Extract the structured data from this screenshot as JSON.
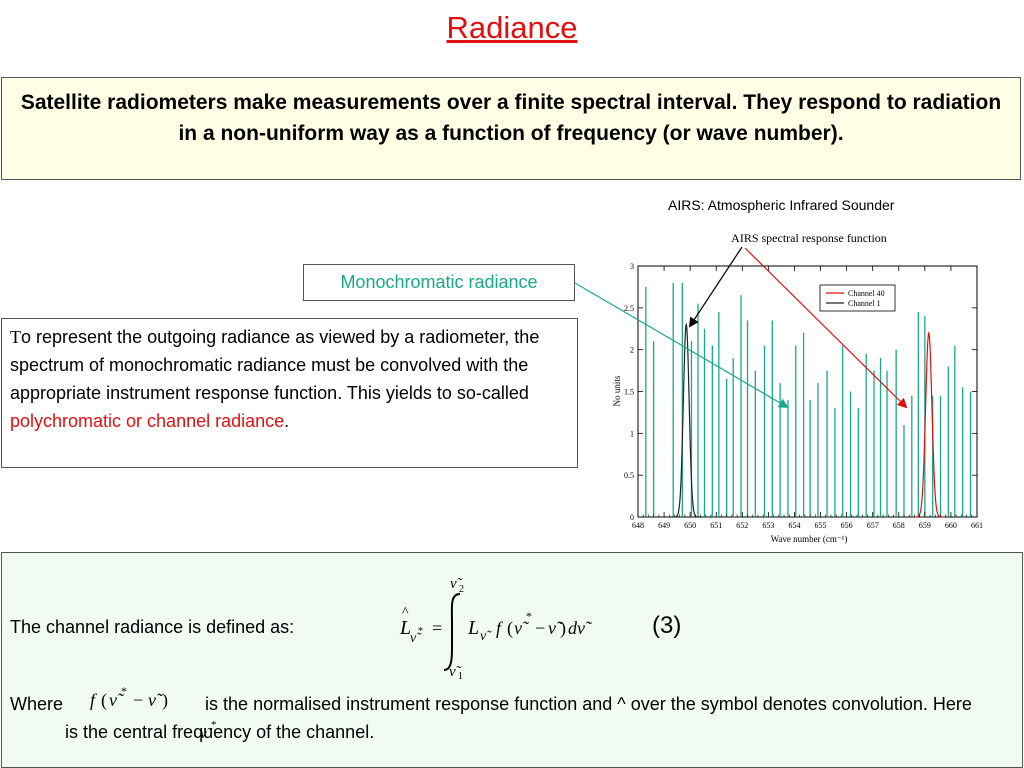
{
  "title": "Radiance",
  "intro": "Satellite radiometers make measurements over a finite spectral interval. They respond to radiation in a non-uniform way as a function of frequency (or wave number).",
  "airs_caption": "AIRS: Atmospheric Infrared Sounder",
  "mono_label": "Monochromatic radiance",
  "explain": {
    "first_letter": "T",
    "text": "o represent the outgoing radiance as viewed by a radiometer, the spectrum of monochromatic radiance must be convolved with the appropriate instrument response function. This yields to so-called ",
    "highlight": "polychromatic or channel radiance",
    "end": "."
  },
  "definition": {
    "label": "The channel radiance is defined as:",
    "eq_number": "(3)",
    "where_1": "Where",
    "where_2": "is the normalised instrument response function and ^ over the symbol denotes convolution. Here",
    "where_3": "is the central frequency of the channel."
  },
  "colors": {
    "title": "#e01010",
    "teal": "#1aa88a",
    "red": "#e01010",
    "intro_bg": "#ffffe6",
    "bottom_bg": "#f2fbf2"
  },
  "chart_data": {
    "type": "line",
    "title": "AIRS spectral response function",
    "xlabel": "Wave number (cm⁻¹)",
    "ylabel": "No units",
    "xlim": [
      648,
      661
    ],
    "ylim": [
      0,
      3
    ],
    "xticks": [
      "648",
      "649",
      "650",
      "651",
      "652",
      "653",
      "654",
      "655",
      "656",
      "657",
      "658",
      "659",
      "660",
      "661"
    ],
    "yticks": [
      "0",
      "0.5",
      "1",
      "1.5",
      "2",
      "2.5",
      "3"
    ],
    "legend_position": "top-right",
    "series": [
      {
        "name": "Channel 40",
        "type": "gaussian",
        "center": 659.15,
        "peak": 2.2,
        "sigma": 0.12,
        "color": "#e01010"
      },
      {
        "name": "Channel 1",
        "type": "gaussian",
        "center": 649.85,
        "peak": 2.3,
        "sigma": 0.11,
        "color": "#222222"
      }
    ],
    "monochromatic_lines": {
      "color": "#1aa88a",
      "x": [
        648.3,
        648.6,
        649.35,
        649.7,
        650.05,
        650.3,
        650.55,
        650.85,
        651.1,
        651.4,
        651.65,
        651.95,
        652.2,
        652.5,
        652.85,
        653.15,
        653.45,
        653.75,
        654.05,
        654.35,
        654.6,
        654.9,
        655.25,
        655.55,
        655.85,
        656.15,
        656.45,
        656.75,
        657.05,
        657.3,
        657.55,
        657.9,
        658.2,
        658.5,
        658.75,
        659.0,
        659.3,
        659.6,
        659.9,
        660.15,
        660.45,
        660.75
      ],
      "y": [
        2.75,
        2.1,
        2.8,
        2.8,
        2.1,
        2.55,
        2.25,
        2.05,
        2.45,
        1.65,
        1.9,
        2.65,
        2.35,
        1.75,
        2.05,
        2.35,
        1.6,
        1.4,
        2.05,
        2.2,
        1.4,
        1.6,
        1.75,
        1.3,
        2.05,
        1.5,
        1.3,
        1.95,
        1.75,
        1.9,
        1.75,
        2.0,
        1.1,
        1.45,
        2.45,
        2.4,
        1.45,
        1.45,
        1.8,
        2.05,
        1.55,
        1.5
      ]
    }
  }
}
